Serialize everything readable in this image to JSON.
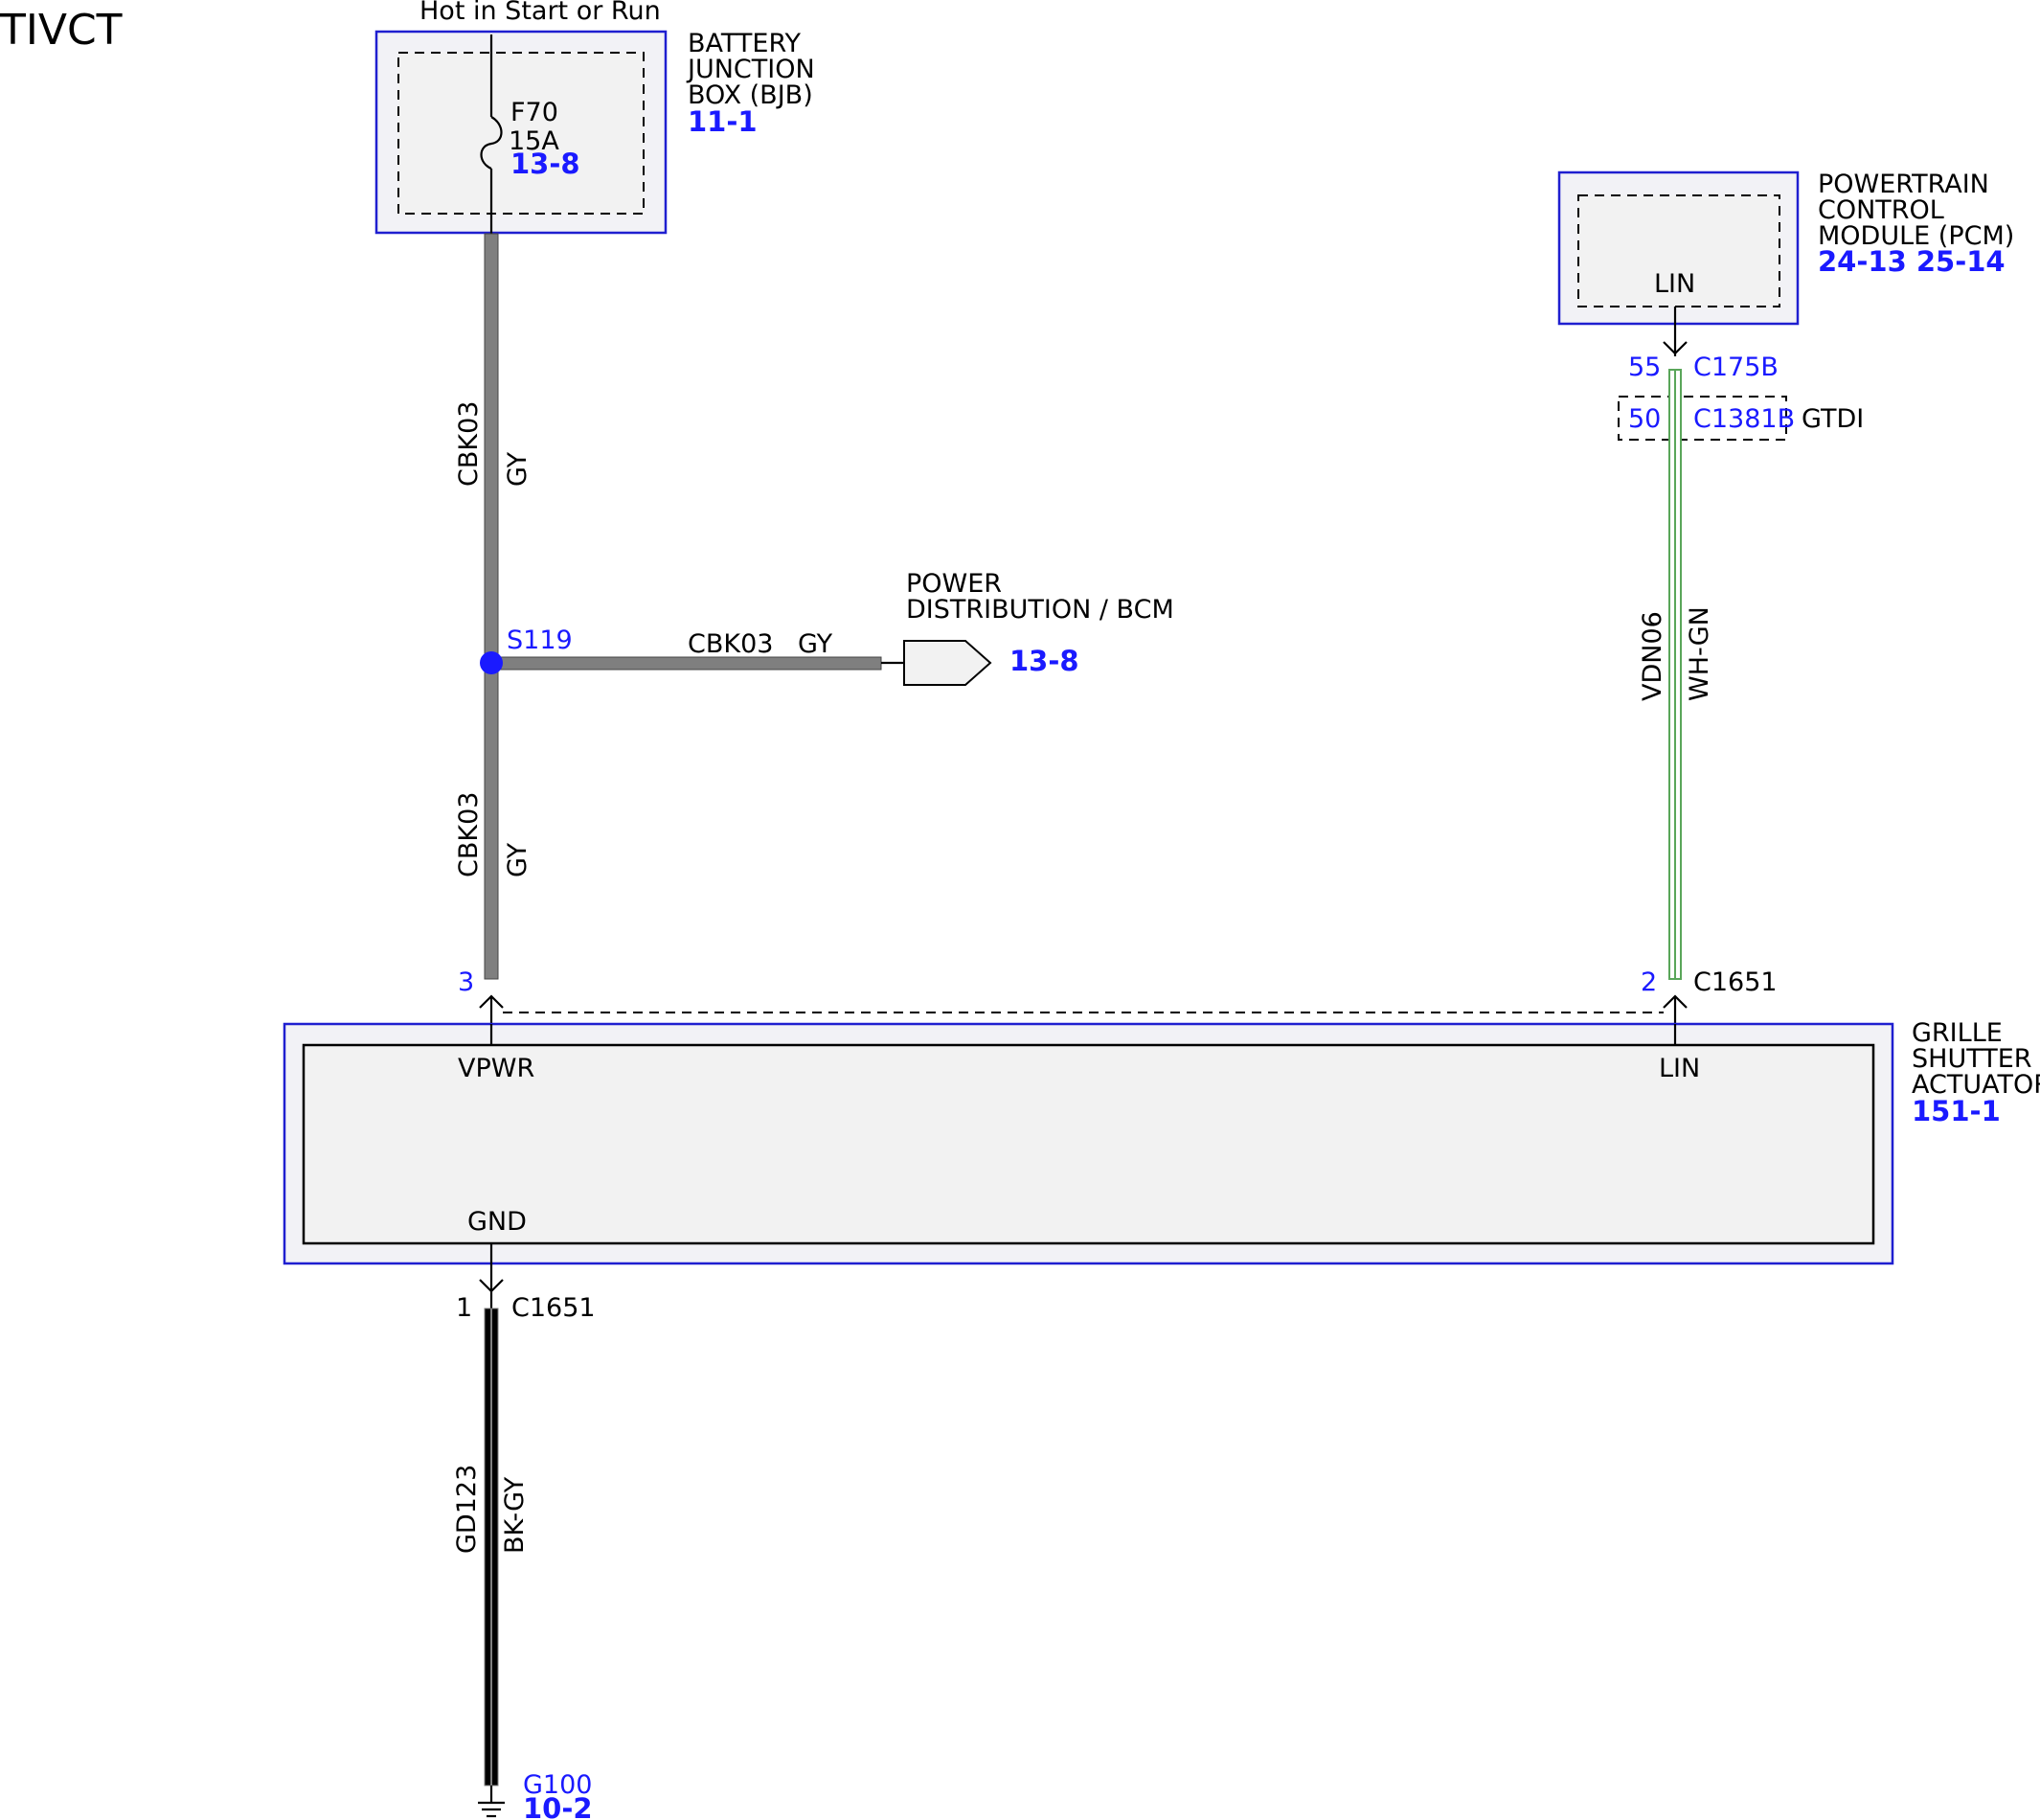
{
  "title": "TIVCT",
  "bjb": {
    "feed": "Hot in Start or Run",
    "name_lines": [
      "BATTERY",
      "JUNCTION",
      "BOX (BJB)"
    ],
    "ref": "11-1",
    "fuse_id": "F70",
    "fuse_rating": "15A",
    "fuse_ref": "13-8"
  },
  "pcm": {
    "name_lines": [
      "POWERTRAIN",
      "CONTROL",
      "MODULE (PCM)"
    ],
    "ref": "24-13 25-14",
    "pin": "LIN",
    "pin_num_1": "55",
    "connector_1": "C175B",
    "pin_num_2": "50",
    "connector_2": "C1381B",
    "variant": "GTDI"
  },
  "splice": {
    "id": "S119",
    "branch_circuit": "CBK03",
    "branch_color": "GY",
    "dest_lines": [
      "POWER",
      "DISTRIBUTION / BCM"
    ],
    "dest_ref": "13-8"
  },
  "wires": {
    "bjb_to_splice": {
      "circuit": "CBK03",
      "color": "GY"
    },
    "splice_to_actuator": {
      "circuit": "CBK03",
      "color": "GY"
    },
    "lin": {
      "circuit": "VDN06",
      "color": "WH-GN"
    },
    "ground": {
      "circuit": "GD123",
      "color": "BK-GY"
    }
  },
  "actuator": {
    "name_lines": [
      "GRILLE",
      "SHUTTER",
      "ACTUATOR"
    ],
    "ref": "151-1",
    "pin_vpwr": "VPWR",
    "pin_lin": "LIN",
    "pin_gnd": "GND",
    "vpwr_pin_num": "3",
    "lin_pin_num": "2",
    "lin_connector": "C1651",
    "gnd_pin_num": "1",
    "gnd_connector": "C1651"
  },
  "ground": {
    "id": "G100",
    "ref": "10-2"
  },
  "colors": {
    "wire_gray": "#7f7f7f",
    "wire_green": "#5aa65a",
    "wire_black": "#000000",
    "reference_blue": "#1a1aff",
    "component_border": "#1f1fd0",
    "component_fill": "#f2f2f2"
  }
}
